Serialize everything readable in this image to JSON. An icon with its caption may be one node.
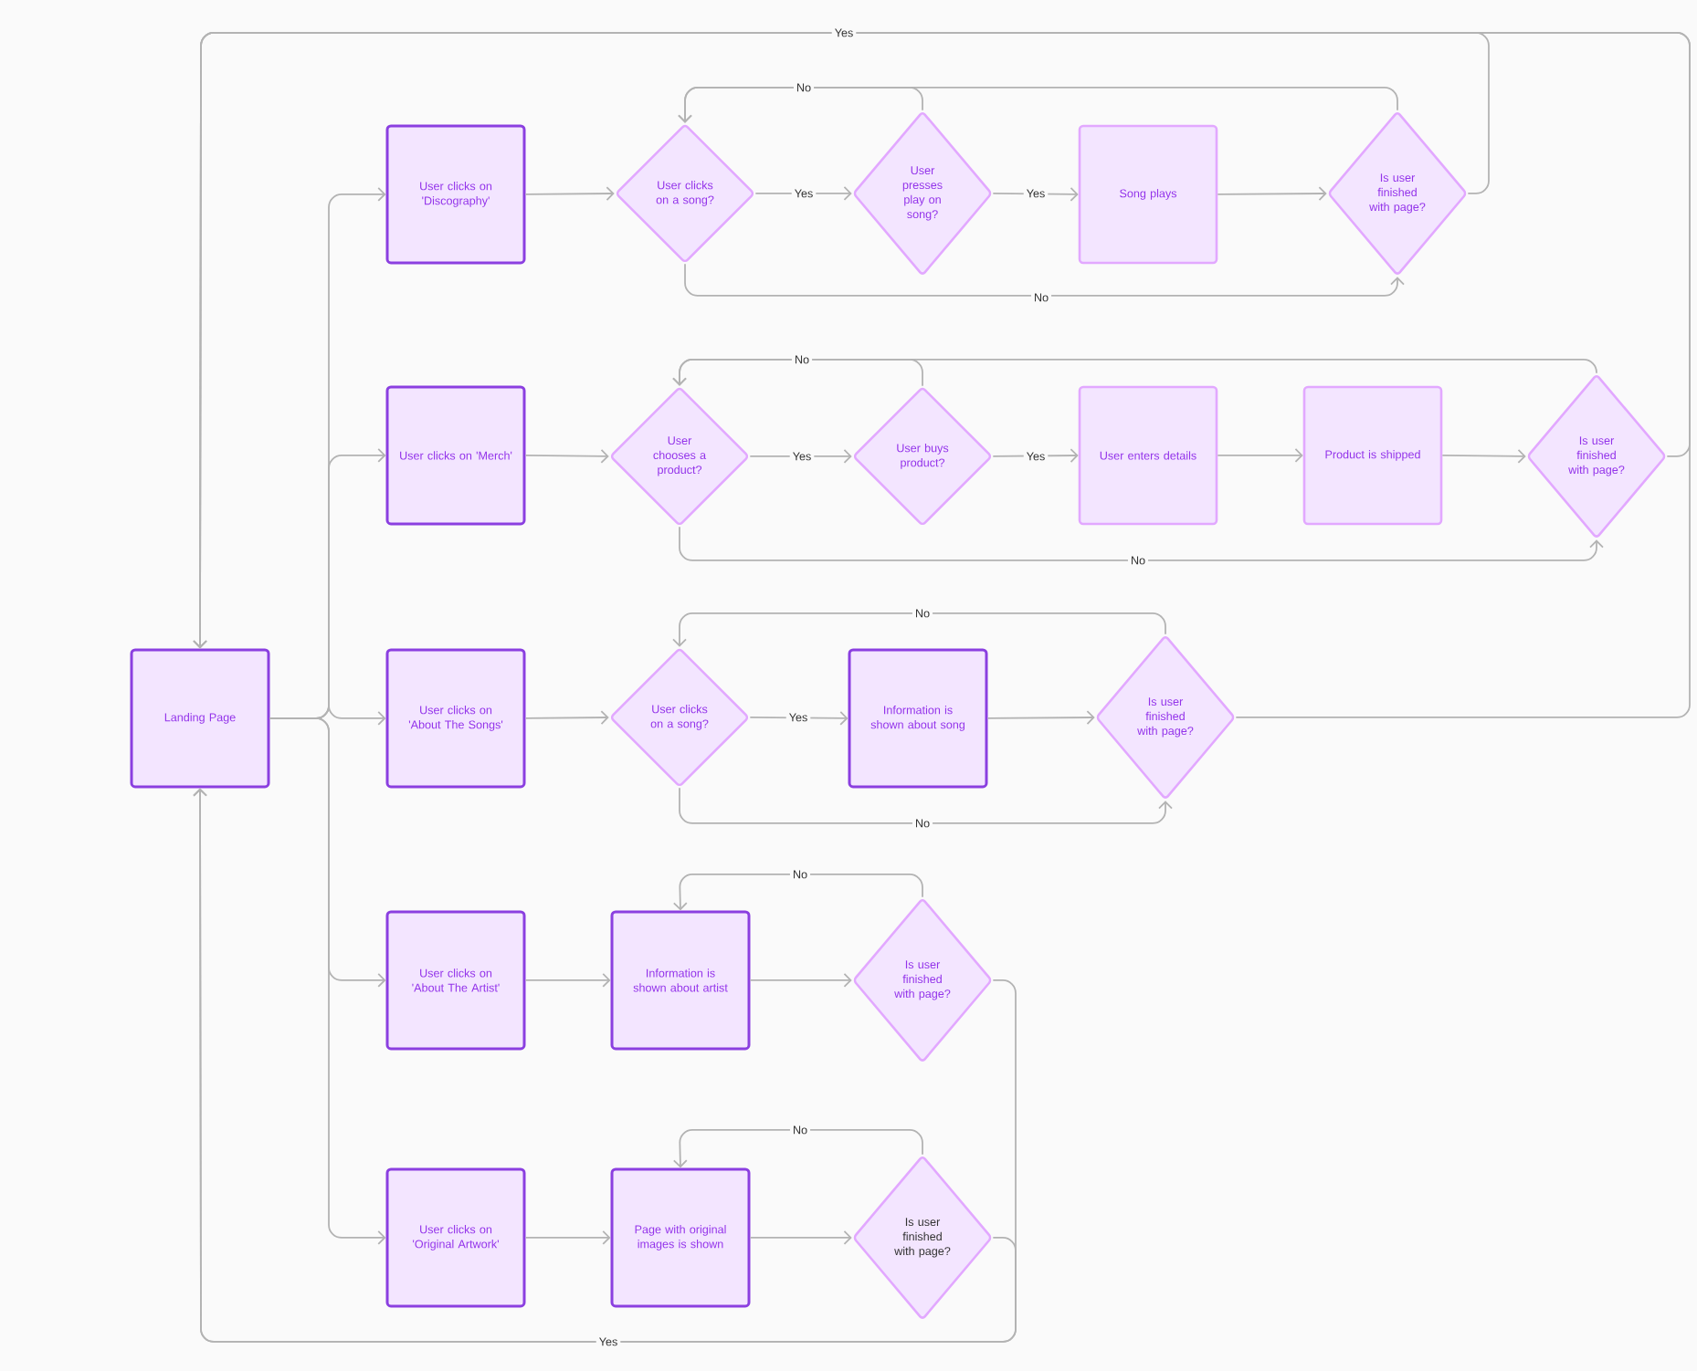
{
  "diagram": {
    "nodes": [
      {
        "text": [
          "Landing Page"
        ]
      },
      {
        "text": [
          "User clicks on 'Discography'"
        ]
      },
      {
        "text": [
          "User clicks on a song?"
        ]
      },
      {
        "text": [
          "User presses play on song?"
        ]
      },
      {
        "text": [
          "Song plays"
        ]
      },
      {
        "text": [
          "Is user finished with page?"
        ]
      },
      {
        "text": [
          "User clicks on 'Merch'"
        ]
      },
      {
        "text": [
          "User chooses a product?"
        ]
      },
      {
        "text": [
          "User buys product?"
        ]
      },
      {
        "text": [
          "User enters details"
        ]
      },
      {
        "text": [
          "Product is shipped"
        ]
      },
      {
        "text": [
          "Is user finished with page?"
        ]
      },
      {
        "text": [
          "User clicks on 'About The Songs'"
        ]
      },
      {
        "text": [
          "User clicks on a song?"
        ]
      },
      {
        "text": [
          "Information is shown about song"
        ]
      },
      {
        "text": [
          "Is user finished with page?"
        ]
      },
      {
        "text": [
          "User clicks on 'About The Artist'"
        ]
      },
      {
        "text": [
          "Information is shown about artist"
        ]
      },
      {
        "text": [
          "Is user finished with page?"
        ]
      },
      {
        "text": [
          "User clicks on 'Original Artwork'"
        ]
      },
      {
        "text": [
          "Page with original images is shown"
        ]
      },
      {
        "text": [
          "Is user finished with page?"
        ]
      }
    ],
    "edges": [
      {
        "from": 0,
        "to": 1,
        "arrow": "to"
      },
      {
        "from": 0,
        "to": 6,
        "arrow": "to"
      },
      {
        "from": 0,
        "to": 12,
        "arrow": "to"
      },
      {
        "from": 0,
        "to": 16,
        "arrow": "to"
      },
      {
        "from": 0,
        "to": 19,
        "arrow": "to"
      },
      {
        "from": 1,
        "to": 2,
        "arrow": "to"
      },
      {
        "from": 2,
        "to": 3,
        "arrow": "to",
        "label": "Yes"
      },
      {
        "from": 3,
        "to": 4,
        "arrow": "to",
        "label": "Yes"
      },
      {
        "from": 4,
        "to": 5,
        "arrow": "to"
      },
      {
        "from": 3,
        "to": 2,
        "arrow": "to",
        "label": "No"
      },
      {
        "from": 5,
        "to": 2,
        "arrow": "to"
      },
      {
        "from": 2,
        "to": 5,
        "arrow": "to",
        "label": "No"
      },
      {
        "from": 5,
        "to": 0,
        "arrow": "to",
        "label": "Yes"
      },
      {
        "from": 6,
        "to": 7,
        "arrow": "to"
      },
      {
        "from": 7,
        "to": 8,
        "arrow": "to",
        "label": "Yes"
      },
      {
        "from": 8,
        "to": 9,
        "arrow": "to",
        "label": "Yes"
      },
      {
        "from": 9,
        "to": 10,
        "arrow": "to"
      },
      {
        "from": 10,
        "to": 11,
        "arrow": "to"
      },
      {
        "from": 8,
        "to": 7,
        "arrow": "to",
        "label": "No"
      },
      {
        "from": 11,
        "to": 7,
        "arrow": "to"
      },
      {
        "from": 7,
        "to": 11,
        "arrow": "to",
        "label": "No"
      },
      {
        "from": 11,
        "to": 0,
        "arrow": "to"
      },
      {
        "from": 12,
        "to": 13,
        "arrow": "to"
      },
      {
        "from": 13,
        "to": 14,
        "arrow": "to",
        "label": "Yes"
      },
      {
        "from": 14,
        "to": 15,
        "arrow": "to"
      },
      {
        "from": 15,
        "to": 13,
        "arrow": "to",
        "label": "No"
      },
      {
        "from": 13,
        "to": 15,
        "arrow": "to",
        "label": "No"
      },
      {
        "from": 15,
        "to": 0,
        "arrow": "to"
      },
      {
        "from": 16,
        "to": 17,
        "arrow": "to"
      },
      {
        "from": 17,
        "to": 18,
        "arrow": "to"
      },
      {
        "from": 18,
        "to": 17,
        "arrow": "to",
        "label": "No"
      },
      {
        "from": 18,
        "to": 0,
        "arrow": "to",
        "label": "Yes"
      },
      {
        "from": 19,
        "to": 20,
        "arrow": "to"
      },
      {
        "from": 20,
        "to": 21,
        "arrow": "to"
      },
      {
        "from": 21,
        "to": 20,
        "arrow": "to",
        "label": "No"
      },
      {
        "from": 21,
        "to": 0,
        "arrow": "to"
      }
    ]
  }
}
